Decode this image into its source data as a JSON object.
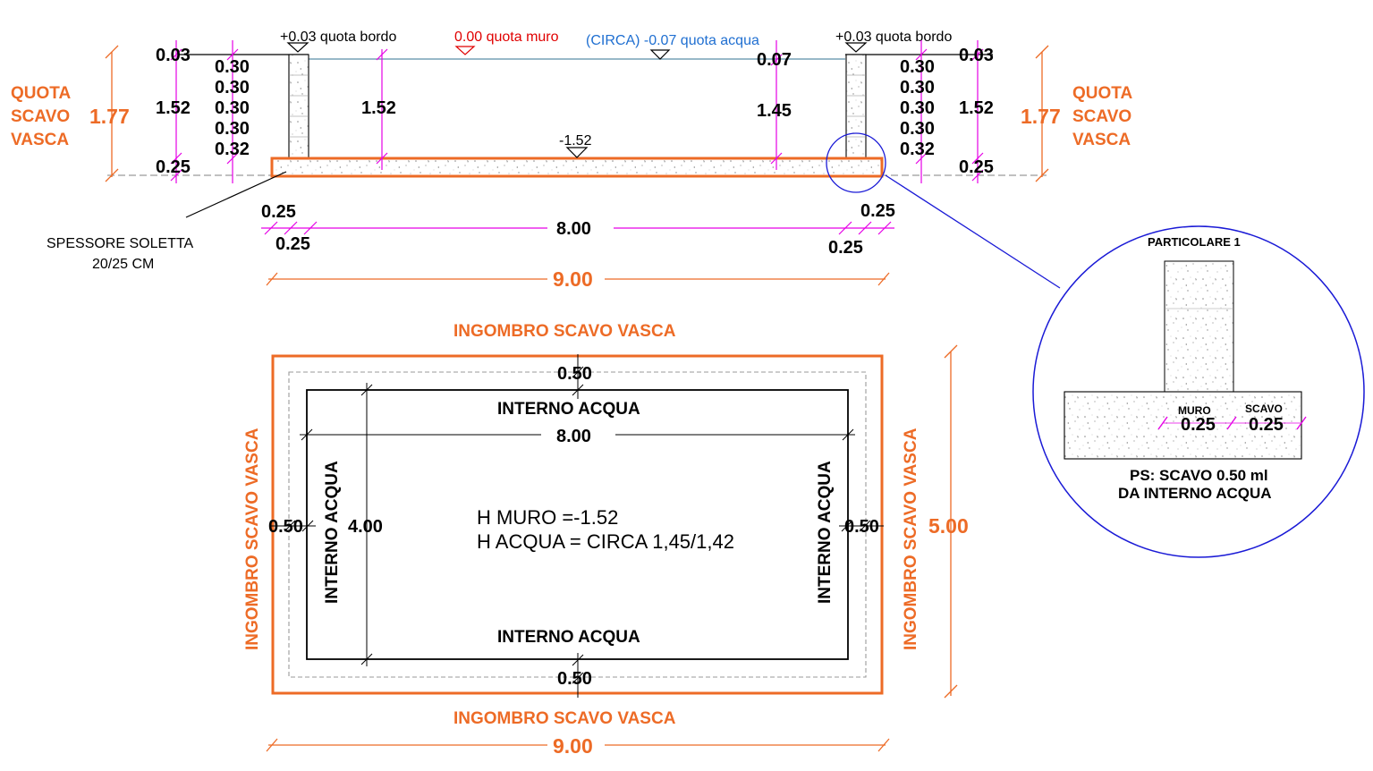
{
  "colors": {
    "orange": "#ed6b26",
    "magenta": "#e600e6",
    "blue": "#1a1ad6",
    "water_blue": "#1f6fd1",
    "red": "#e00000",
    "black": "#000000",
    "grey": "#9a9a9a"
  },
  "section": {
    "quota_bordo_left": "+0.03 quota bordo",
    "quota_bordo_right": "+0.03 quota bordo",
    "quota_muro": "0.00 quota muro",
    "quota_acqua": "(CIRCA) -0.07 quota acqua",
    "fondo": "-1.52",
    "left_003": "0.03",
    "left_152": "1.52",
    "left_025": "0.25",
    "left_block": [
      "0.30",
      "0.30",
      "0.30",
      "0.30",
      "0.32"
    ],
    "inner_left_152": "1.52",
    "inner_right_007": "0.07",
    "inner_right_145": "1.45",
    "right_block": [
      "0.30",
      "0.30",
      "0.30",
      "0.30",
      "0.32"
    ],
    "right_003": "0.03",
    "right_152": "1.52",
    "right_025": "0.25",
    "quota_scavo_left": [
      "QUOTA",
      "SCAVO",
      "VASCA"
    ],
    "quota_scavo_right": [
      "QUOTA",
      "SCAVO",
      "VASCA"
    ],
    "h_left": "1.77",
    "h_right": "1.77",
    "spessore_line1": "SPESSORE SOLETTA",
    "spessore_line2": "20/25 CM",
    "dim_025_a": "0.25",
    "dim_025_b": "0.25",
    "dim_025_c": "0.25",
    "dim_025_d": "0.25",
    "dim_800": "8.00",
    "dim_900": "9.00"
  },
  "plan": {
    "ingombro_top": "INGOMBRO SCAVO VASCA",
    "ingombro_bottom": "INGOMBRO SCAVO VASCA",
    "ingombro_left": "INGOMBRO SCAVO VASCA",
    "ingombro_right": "INGOMBRO SCAVO VASCA",
    "interno_top": "INTERNO ACQUA",
    "interno_bottom": "INTERNO ACQUA",
    "interno_left": "INTERNO ACQUA",
    "interno_right": "INTERNO ACQUA",
    "off_top": "0.50",
    "off_bottom": "0.50",
    "off_left": "0.50",
    "off_right": "0.50",
    "dim_800": "8.00",
    "dim_400": "4.00",
    "dim_500": "5.00",
    "dim_900": "9.00",
    "h_muro": "H MURO =-1.52",
    "h_acqua": "H ACQUA = CIRCA 1,45/1,42"
  },
  "detail": {
    "title": "PARTICOLARE 1",
    "muro_label": "MURO",
    "scavo_label": "SCAVO",
    "muro_val": "0.25",
    "scavo_val": "0.25",
    "ps_line1": "PS: SCAVO 0.50 ml",
    "ps_line2": "DA INTERNO ACQUA"
  }
}
